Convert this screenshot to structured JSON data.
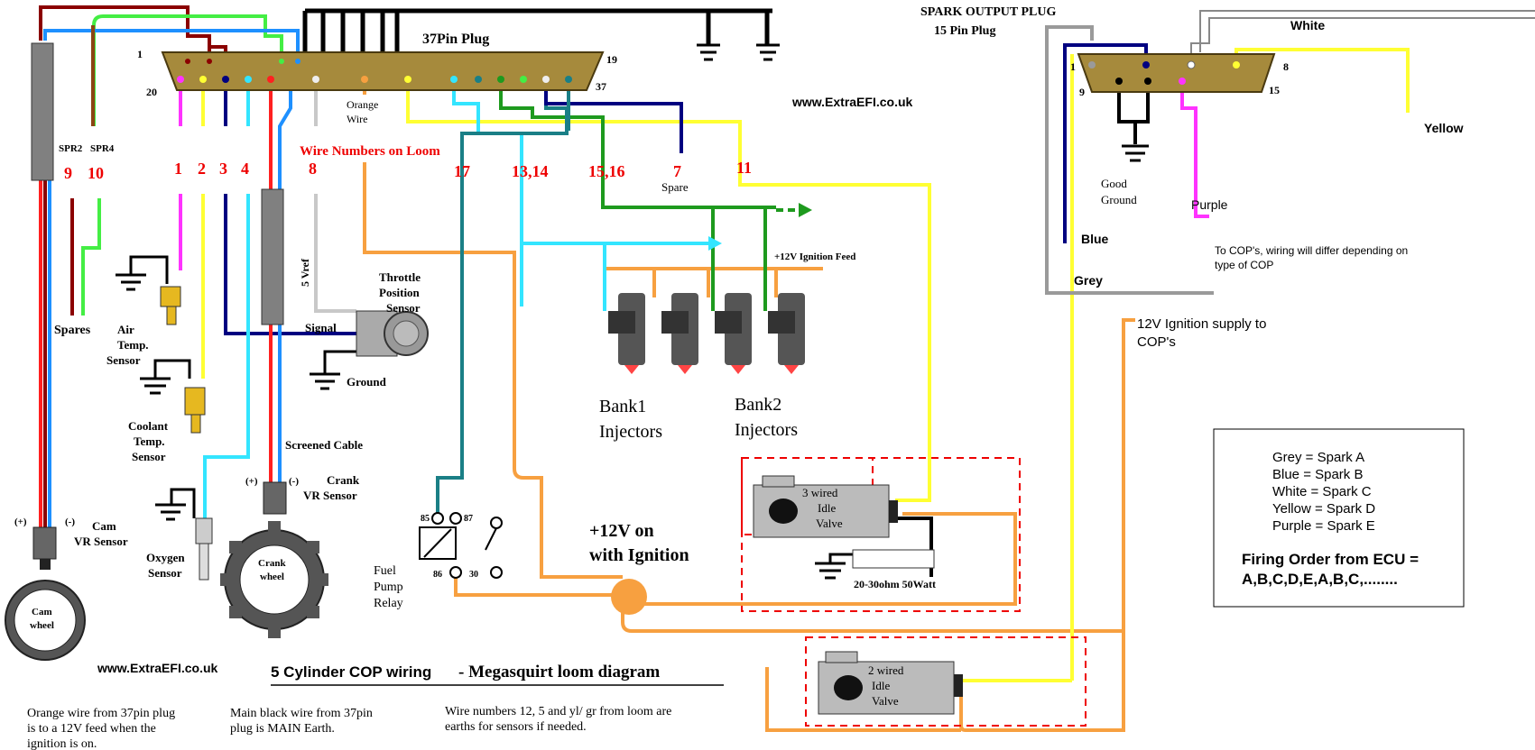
{
  "website": "www.ExtraEFI.co.uk",
  "plug37": {
    "title": "37Pin Plug",
    "pin1": "1",
    "pin19": "19",
    "pin20": "20",
    "pin37": "37"
  },
  "plug15": {
    "title_line1": "SPARK OUTPUT PLUG",
    "title_line2": "15  Pin Plug",
    "pin1": "1",
    "pin8": "8",
    "pin9": "9",
    "pin15": "15"
  },
  "labels": {
    "orange_wire_1": "Orange",
    "orange_wire_2": "Wire",
    "wire_numbers_on_loom": "Wire Numbers on Loom",
    "spr2": "SPR2",
    "spr4": "SPR4",
    "spares": "Spares",
    "spare": "Spare",
    "vref": "5 Vref",
    "signal": "Signal",
    "ground": "Ground",
    "tps_1": "Throttle",
    "tps_2": "Position",
    "tps_3": "Sensor",
    "air_1": "Air",
    "air_2": "Temp.",
    "air_3": "Sensor",
    "cool_1": "Coolant",
    "cool_2": "Temp.",
    "cool_3": "Sensor",
    "oxy_1": "Oxygen",
    "oxy_2": "Sensor",
    "cam_1": "Cam",
    "cam_2": "VR Sensor",
    "crank_1": "Crank",
    "crank_2": "VR Sensor",
    "cam_wheel_1": "Cam",
    "cam_wheel_2": "wheel",
    "crank_wheel_1": "Crank",
    "crank_wheel_2": "wheel",
    "screened_cable": "Screened Cable",
    "plus": "(+)",
    "minus": "(-)",
    "fuel_1": "Fuel",
    "fuel_2": "Pump",
    "fuel_3": "Relay",
    "relay_85": "85",
    "relay_86": "86",
    "relay_87": "87",
    "relay_30": "30",
    "ign_feed": "+12V Ignition Feed",
    "bank1_1": "Bank1",
    "bank1_2": "Injectors",
    "bank2_1": "Bank2",
    "bank2_2": "Injectors",
    "on_ign_1": "+12V on",
    "on_ign_2": "with Ignition",
    "iv3_1": "3 wired",
    "iv3_2": "Idle",
    "iv3_3": "Valve",
    "iv2_1": "2 wired",
    "iv2_2": "Idle",
    "iv2_3": "Valve",
    "resistor": "20-30ohm 50Watt",
    "white": "White",
    "yellow": "Yellow",
    "grey": "Grey",
    "blue": "Blue",
    "purple": "Purple",
    "good_ground_1": "Good",
    "good_ground_2": "Ground",
    "cop_note_1": "To COP's, wiring will differ depending on",
    "cop_note_2": "type of COP",
    "cop_supply_1": "12V Ignition supply to",
    "cop_supply_2": "COP's"
  },
  "wire_numbers": [
    "9",
    "10",
    "1",
    "2",
    "3",
    "4",
    "8",
    "17",
    "13,14",
    "15,16",
    "7",
    "11"
  ],
  "legend": {
    "lines": [
      "Grey = Spark A",
      "Blue = Spark B",
      "White = Spark C",
      "Yellow = Spark D",
      "Purple = Spark E"
    ],
    "firing_1": "Firing Order from ECU =",
    "firing_2": "A,B,C,D,E,A,B,C,........"
  },
  "title": {
    "main": "5 Cylinder COP wiring",
    "sub": " - Megasquirt loom diagram"
  },
  "notes": {
    "n1_1": "Orange wire from 37pin plug",
    "n1_2": "is to a 12V feed when the",
    "n1_3": "ignition is on.",
    "n2_1": "Main black wire from 37pin",
    "n2_2": "plug is MAIN Earth.",
    "n3_1": "Wire numbers 12, 5  and yl/ gr from loom are",
    "n3_2": "earths for sensors if needed."
  },
  "colors": {
    "orange": "#f7a040",
    "yellow": "#ffff33",
    "cyan": "#33e5ff",
    "teal": "#1a7f86",
    "green": "#1e9a1e",
    "lime": "#44ee44",
    "navy": "#000080",
    "magenta": "#ff33ff",
    "darkred": "#8b0000",
    "red": "#ff2020",
    "grey": "#9a9a9a"
  }
}
